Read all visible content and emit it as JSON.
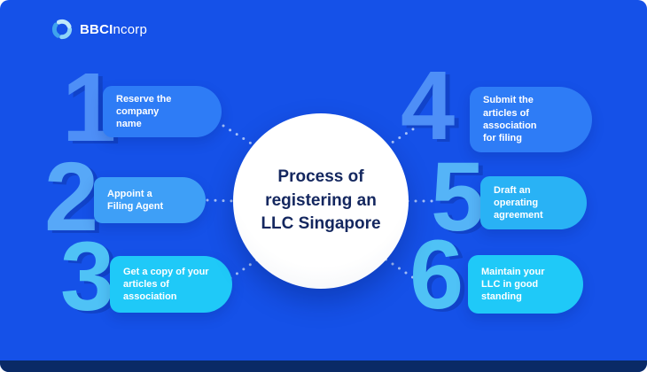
{
  "colors": {
    "background": "#1551E8",
    "bottom_bar": "#0A2A66",
    "circle_text": "#14275F",
    "connector_dots": "#AFC9FA"
  },
  "logo": {
    "icon": "swirl-circle-icon",
    "brand_bold": "BBCI",
    "brand_light": "ncorp"
  },
  "center_circle": {
    "line1": "Process of",
    "line2": "registering an",
    "line3": "LLC Singapore"
  },
  "steps": [
    {
      "number": "1",
      "label": "Reserve the company name",
      "pill_color": "#2E7CF6",
      "number_color": "#4E8FF7"
    },
    {
      "number": "2",
      "label": "Appoint a Filing Agent",
      "pill_color": "#3E9FF7",
      "number_color": "#57A8F8"
    },
    {
      "number": "3",
      "label": "Get a copy of your articles of association",
      "pill_color": "#1FC9F8",
      "number_color": "#4FC2F6"
    },
    {
      "number": "4",
      "label": "Submit the articles of association for filing",
      "pill_color": "#2E7CF6",
      "number_color": "#4E8FF7"
    },
    {
      "number": "5",
      "label": "Draft an operating agreement",
      "pill_color": "#29B2F5",
      "number_color": "#55B4F7"
    },
    {
      "number": "6",
      "label": "Maintain your LLC in good standing",
      "pill_color": "#1FC9F8",
      "number_color": "#4FC2F6"
    }
  ]
}
